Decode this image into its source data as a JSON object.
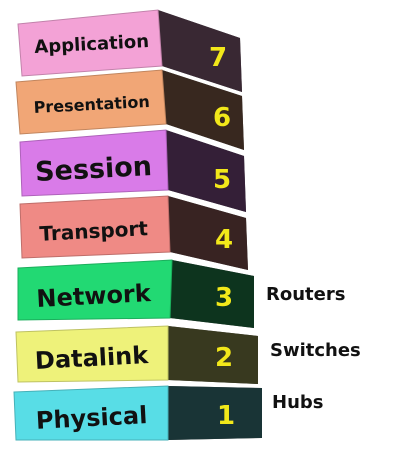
{
  "layers": [
    {
      "name": "Application",
      "number": "7",
      "color": "#f3a2d6"
    },
    {
      "name": "Presentation",
      "number": "6",
      "color": "#f1a676"
    },
    {
      "name": "Session",
      "number": "5",
      "color": "#d97be8"
    },
    {
      "name": "Transport",
      "number": "4",
      "color": "#ef8a85"
    },
    {
      "name": "Network",
      "number": "3",
      "color": "#22d973"
    },
    {
      "name": "Datalink",
      "number": "2",
      "color": "#eef27a"
    },
    {
      "name": "Physical",
      "number": "1",
      "color": "#58dde6"
    }
  ],
  "devices": [
    {
      "label": "Routers"
    },
    {
      "label": "Switches"
    },
    {
      "label": "Hubs"
    }
  ]
}
